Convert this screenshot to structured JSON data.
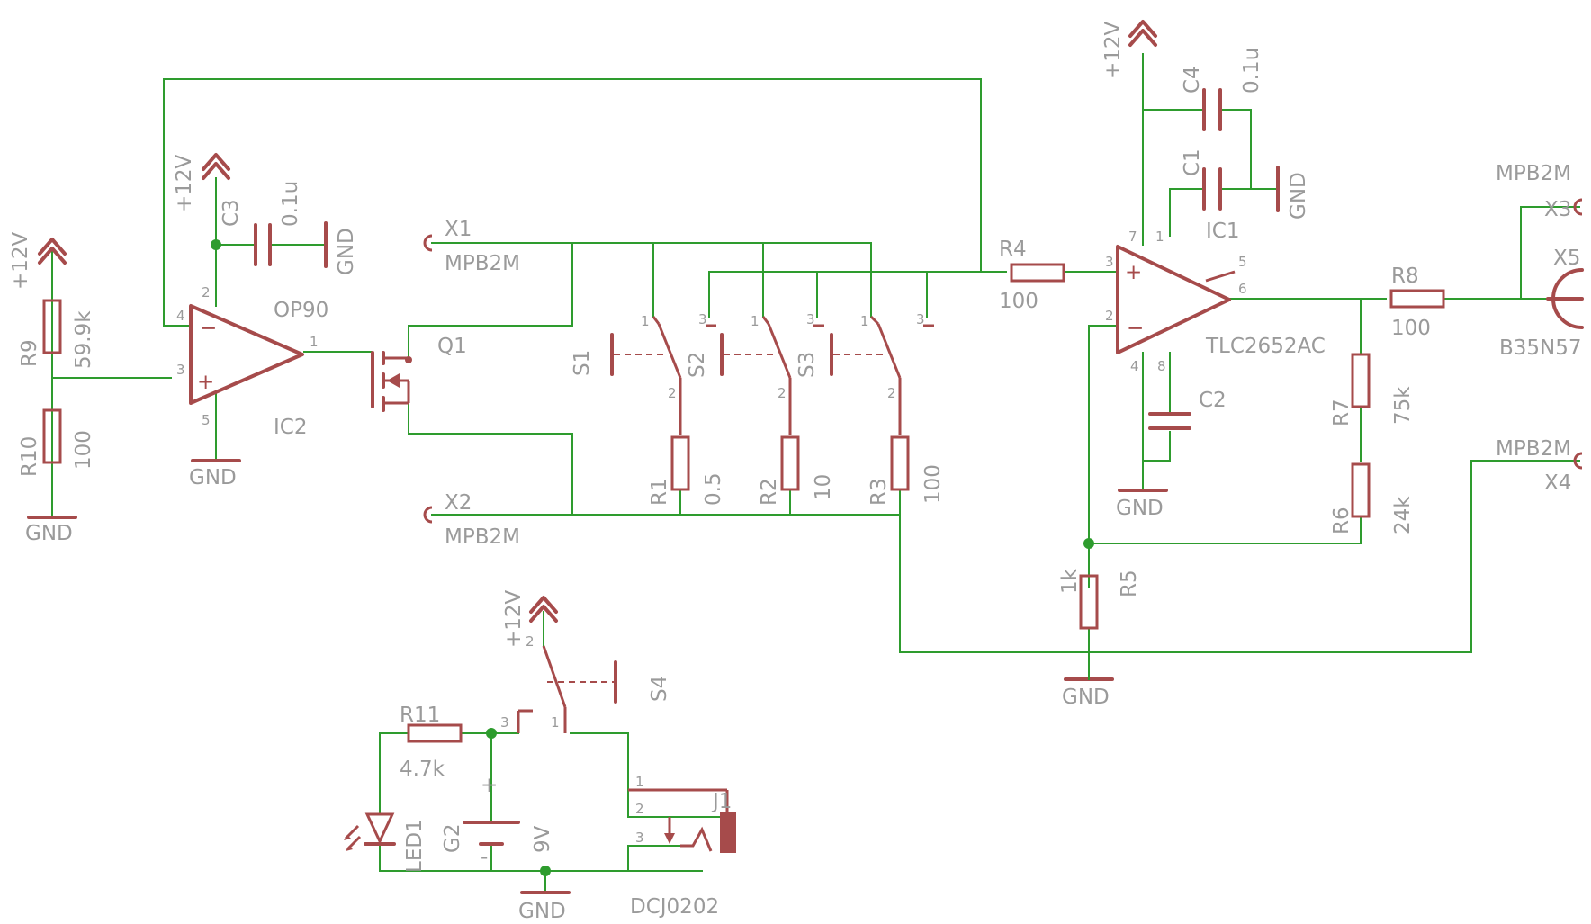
{
  "parts": {
    "r9": {
      "name": "R9",
      "value": "59.9k"
    },
    "r10": {
      "name": "R10",
      "value": "100"
    },
    "ic2": {
      "name": "IC2",
      "value": "OP90",
      "pins": [
        "4",
        "2",
        "3",
        "1",
        "5"
      ]
    },
    "c3": {
      "name": "C3",
      "value": "0.1u"
    },
    "q1": {
      "name": "Q1"
    },
    "x1": {
      "name": "X1",
      "value": "MPB2M"
    },
    "x2": {
      "name": "X2",
      "value": "MPB2M"
    },
    "s1": {
      "name": "S1"
    },
    "s2": {
      "name": "S2",
      "pins": [
        "1",
        "3",
        "2"
      ]
    },
    "s3": {
      "name": "S3",
      "pins": [
        "1",
        "3",
        "2"
      ]
    },
    "s3b": {
      "pins": [
        "1",
        "3",
        "2"
      ]
    },
    "r1": {
      "name": "R1",
      "value": "0.5"
    },
    "r2": {
      "name": "R2",
      "value": "10"
    },
    "r3": {
      "name": "R3",
      "value": "100"
    },
    "r4": {
      "name": "R4",
      "value": "100"
    },
    "ic1": {
      "name": "IC1",
      "value": "TLC2652AC",
      "pins": [
        "7",
        "1",
        "3",
        "5",
        "6",
        "2",
        "4",
        "8"
      ]
    },
    "c4": {
      "name": "C4",
      "value": "0.1u"
    },
    "c1": {
      "name": "C1"
    },
    "c2": {
      "name": "C2"
    },
    "r5": {
      "name": "R5",
      "value": "1k"
    },
    "r6": {
      "name": "R6",
      "value": "24k"
    },
    "r7": {
      "name": "R7",
      "value": "75k"
    },
    "r8": {
      "name": "R8",
      "value": "100"
    },
    "x3": {
      "name": "X3",
      "value": "MPB2M"
    },
    "x4": {
      "name": "X4",
      "value": "MPB2M"
    },
    "x5": {
      "name": "X5",
      "value": "B35N57"
    },
    "s4": {
      "name": "S4",
      "pins": [
        "2",
        "3",
        "1"
      ]
    },
    "r11": {
      "name": "R11",
      "value": "4.7k"
    },
    "g2": {
      "name": "G2",
      "value": "9V",
      "plus": "+",
      "minus": "-"
    },
    "led1": {
      "name": "LED1"
    },
    "j1": {
      "name": "J1",
      "value": "DCJ0202",
      "pins": [
        "1",
        "2",
        "3"
      ]
    }
  },
  "supplies": {
    "vcc": "+12V",
    "gnd": "GND"
  },
  "colors": {
    "wire": "#2e9c2e",
    "part": "#a64b4b",
    "text": "#9a9a9a"
  }
}
